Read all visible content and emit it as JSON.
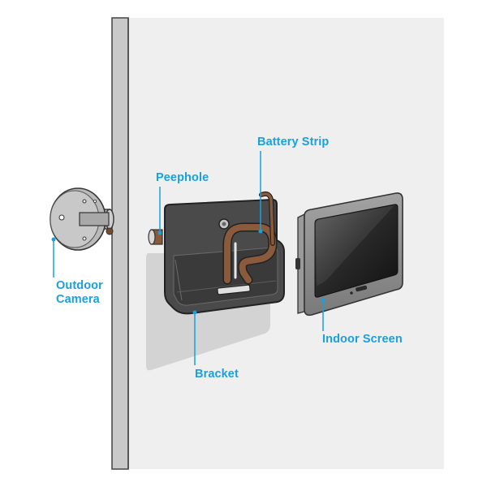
{
  "diagram": {
    "labels": {
      "battery_strip": "Battery Strip",
      "peephole": "Peephole",
      "outdoor_camera_line1": "Outdoor",
      "outdoor_camera_line2": "Camera",
      "indoor_screen": "Indoor Screen",
      "bracket": "Bracket"
    },
    "colors": {
      "label_accent": "#1aa0dc",
      "door_face": "#efefef",
      "door_edge": "#c4c4c4",
      "bracket_body": "#4a4a4a",
      "battery_strip": "#8a5a3c",
      "screen_frame": "#8a8a8a",
      "screen_glass": "#1e1e1e",
      "shadow": "#d3d3d3"
    },
    "icons": [
      "outdoor-camera-icon",
      "peephole-icon",
      "bracket-icon",
      "battery-strip-icon",
      "indoor-screen-icon"
    ]
  }
}
